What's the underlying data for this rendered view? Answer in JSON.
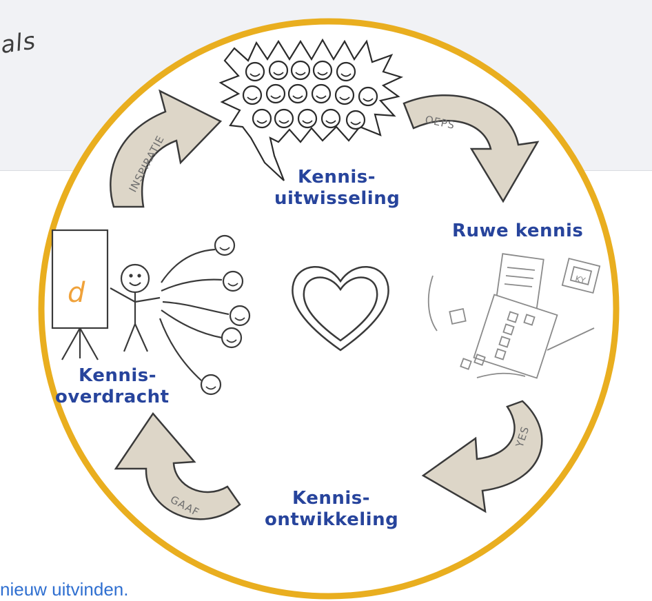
{
  "page": {
    "corner_text": "als",
    "bottom_text": "nieuw uitvinden."
  },
  "diagram": {
    "stages": {
      "exchange": [
        "Kennis-",
        "uitwisseling"
      ],
      "raw": "Ruwe kennis",
      "development": [
        "Kennis-",
        "ontwikkeling"
      ],
      "transfer": [
        "Kennis-",
        "overdracht"
      ]
    },
    "arrows": {
      "inspiration": "INSPIRATIE",
      "oops": "OEPS",
      "yes": "YES",
      "gaaf": "GAAF"
    },
    "board_glyph": "d",
    "card_glyph": "KY",
    "colors": {
      "ring": "#e9ae1f",
      "label": "#27449c",
      "arrow_fill": "#ddd6c8",
      "board_glyph": "#f0a23a"
    },
    "icons": [
      "smiley-crowd-icon",
      "heart-icon",
      "presenter-icon",
      "documents-icon"
    ]
  }
}
